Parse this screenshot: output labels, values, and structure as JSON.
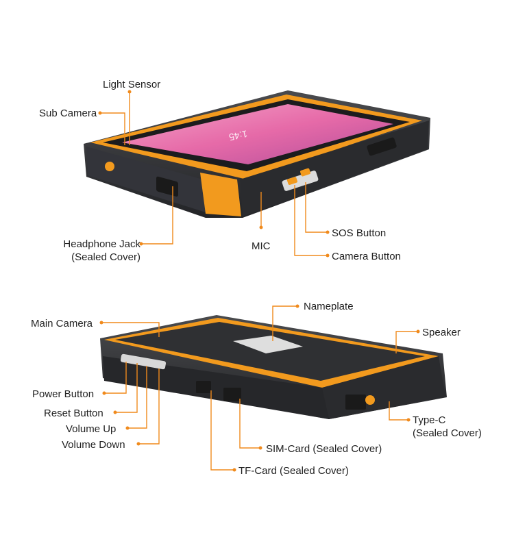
{
  "colors": {
    "accent": "#f08a1c",
    "tablet_body": "#2e2f31",
    "tablet_frame": "#f29a1e",
    "screen_pink": "#e66aa8",
    "text": "#222222"
  },
  "screen": {
    "time": "1:45"
  },
  "labels": {
    "light_sensor": "Light Sensor",
    "sub_camera": "Sub Camera",
    "headphone_jack": "Headphone Jack",
    "headphone_jack_sub": "(Sealed Cover)",
    "mic": "MIC",
    "sos_button": "SOS Button",
    "camera_button": "Camera Button",
    "nameplate": "Nameplate",
    "main_camera": "Main Camera",
    "speaker": "Speaker",
    "power_button": "Power Button",
    "reset_button": "Reset Button",
    "volume_up": "Volume Up",
    "volume_down": "Volume Down",
    "type_c": "Type-C",
    "type_c_sub": "(Sealed Cover)",
    "sim_card": "SIM-Card (Sealed Cover)",
    "tf_card": "TF-Card (Sealed Cover)"
  }
}
